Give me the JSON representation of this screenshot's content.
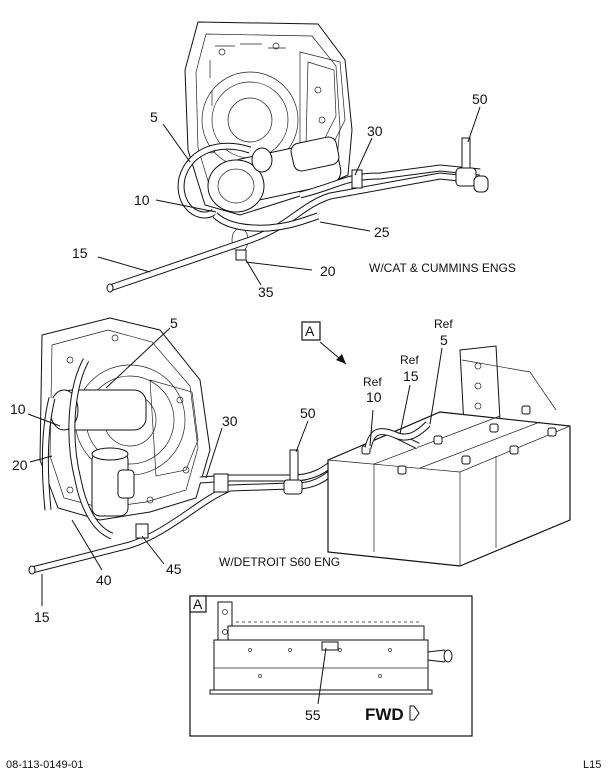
{
  "diagram": {
    "top_view_caption": "W/CAT & CUMMINS ENGS",
    "bottom_view_caption": "W/DETROIT S60 ENG",
    "view_marker": "A",
    "inset_marker": "A",
    "fwd_label": "FWD",
    "top_callouts": {
      "c5": "5",
      "c10": "10",
      "c15": "15",
      "c20": "20",
      "c25": "25",
      "c30": "30",
      "c35": "35",
      "c50": "50"
    },
    "bottom_callouts": {
      "c5": "5",
      "c10": "10",
      "c15": "15",
      "c20": "20",
      "c30": "30",
      "c40": "40",
      "c45": "45",
      "c50": "50"
    },
    "ref_callouts": {
      "ref_word": "Ref",
      "r10": "10",
      "r15": "15",
      "r5": "5"
    },
    "inset_callout": "55"
  },
  "footer": {
    "doc_number": "08-113-0149-01",
    "page_code": "L15"
  }
}
